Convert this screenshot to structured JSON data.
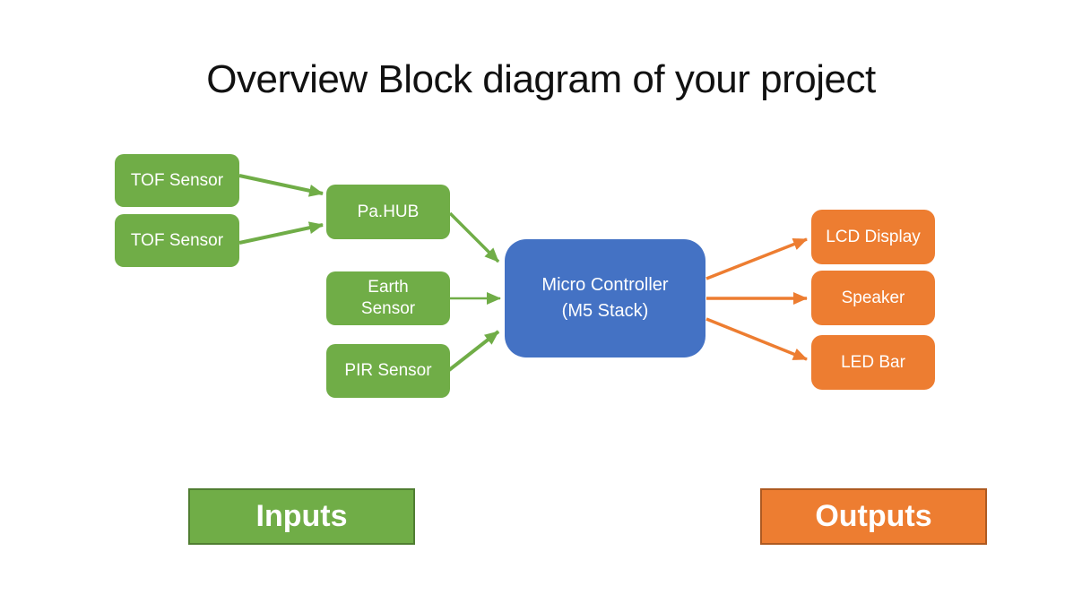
{
  "slide": {
    "title": "Overview Block diagram of your project"
  },
  "colors": {
    "input_green": "#70AD47",
    "controller_blue": "#4472C4",
    "output_orange": "#ED7D31",
    "inputs_legend_border": "#507E32",
    "outputs_legend_border": "#AE5A21",
    "node_text": "#FFFFFF",
    "title_text": "#111111",
    "background": "#FFFFFF"
  },
  "nodes": {
    "tof_sensor_1": {
      "label": "TOF Sensor"
    },
    "tof_sensor_2": {
      "label": "TOF Sensor"
    },
    "pa_hub": {
      "label": "Pa.HUB"
    },
    "earth_sensor": {
      "line1": "Earth",
      "line2": "Sensor"
    },
    "pir_sensor": {
      "label": "PIR Sensor"
    },
    "micro_controller": {
      "line1": "Micro Controller",
      "line2": "(M5 Stack)"
    },
    "lcd_display": {
      "label": "LCD Display"
    },
    "speaker": {
      "label": "Speaker"
    },
    "led_bar": {
      "label": "LED Bar"
    }
  },
  "legend": {
    "inputs_label": "Inputs",
    "outputs_label": "Outputs"
  },
  "edges": [
    {
      "from": "tof_sensor_1",
      "to": "pa_hub",
      "color": "green"
    },
    {
      "from": "tof_sensor_2",
      "to": "pa_hub",
      "color": "green"
    },
    {
      "from": "pa_hub",
      "to": "micro_controller",
      "color": "green"
    },
    {
      "from": "earth_sensor",
      "to": "micro_controller",
      "color": "green"
    },
    {
      "from": "pir_sensor",
      "to": "micro_controller",
      "color": "green"
    },
    {
      "from": "micro_controller",
      "to": "lcd_display",
      "color": "orange"
    },
    {
      "from": "micro_controller",
      "to": "speaker",
      "color": "orange"
    },
    {
      "from": "micro_controller",
      "to": "led_bar",
      "color": "orange"
    }
  ]
}
